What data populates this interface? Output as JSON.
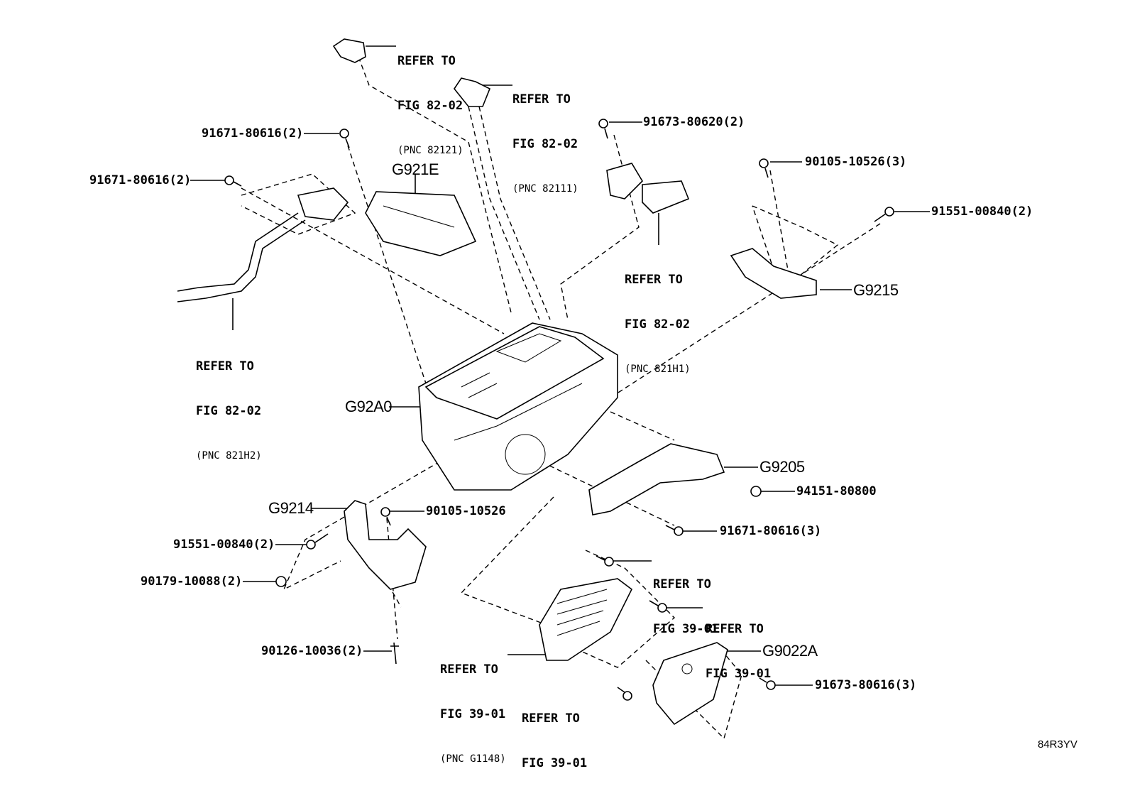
{
  "figure_id": "84R3YV",
  "callouts": {
    "refer_82121": {
      "l1": "REFER TO",
      "l2": "FIG 82-02",
      "pnc": "(PNC 82121)"
    },
    "refer_82111": {
      "l1": "REFER TO",
      "l2": "FIG 82-02",
      "pnc": "(PNC 82111)"
    },
    "refer_821H1": {
      "l1": "REFER TO",
      "l2": "FIG 82-02",
      "pnc": "(PNC 821H1)"
    },
    "refer_821H2": {
      "l1": "REFER TO",
      "l2": "FIG 82-02",
      "pnc": "(PNC 821H2)"
    },
    "refer_3901_a": {
      "l1": "REFER TO",
      "l2": "FIG 39-01"
    },
    "refer_3901_b": {
      "l1": "REFER TO",
      "l2": "FIG 39-01"
    },
    "refer_G1148": {
      "l1": "REFER TO",
      "l2": "FIG 39-01",
      "pnc": "(PNC G1148)"
    },
    "refer_3901_c": {
      "l1": "REFER TO",
      "l2": "FIG 39-01"
    }
  },
  "part_numbers": {
    "p91671_top": "91671-80616(2)",
    "p91671_left": "91671-80616(2)",
    "p91673_top": "91673-80620(2)",
    "p90105_3": "90105-10526(3)",
    "p91551_right": "91551-00840(2)",
    "p94151": "94151-80800",
    "p91671_3": "91671-80616(3)",
    "p90105": "90105-10526",
    "p91551_left": "91551-00840(2)",
    "p90179": "90179-10088(2)",
    "p90126": "90126-10036(2)",
    "p91673_3": "91673-80616(3)"
  },
  "codes": {
    "G921E": "G921E",
    "G9215": "G9215",
    "G92A0": "G92A0",
    "G9205": "G9205",
    "G9214": "G9214",
    "G9022A": "G9022A"
  }
}
